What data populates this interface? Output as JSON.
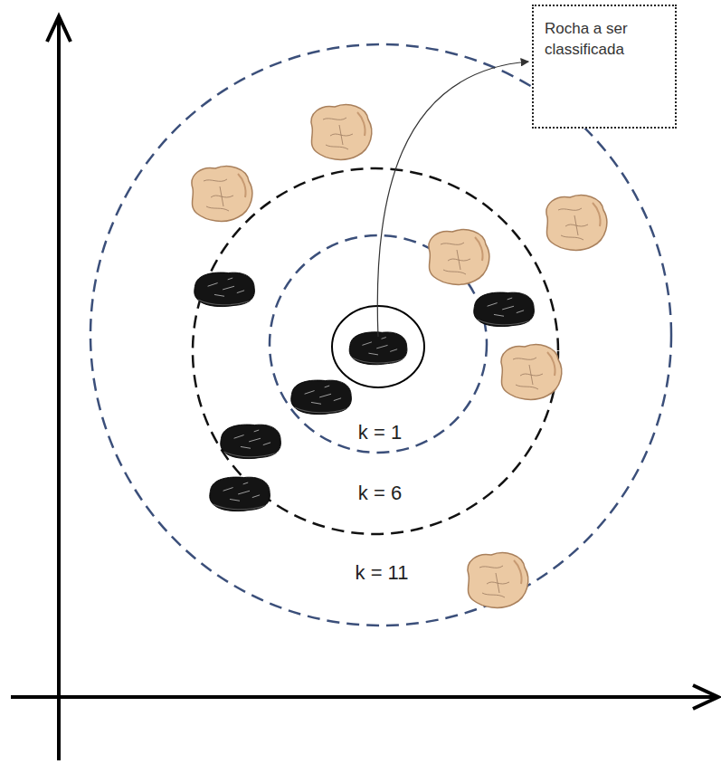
{
  "diagram": {
    "nodes": [
      {
        "text": [
          "Rocha a ser classificada"
        ]
      }
    ],
    "labels": [
      "k = 1",
      "k = 6",
      "k = 11"
    ]
  }
}
